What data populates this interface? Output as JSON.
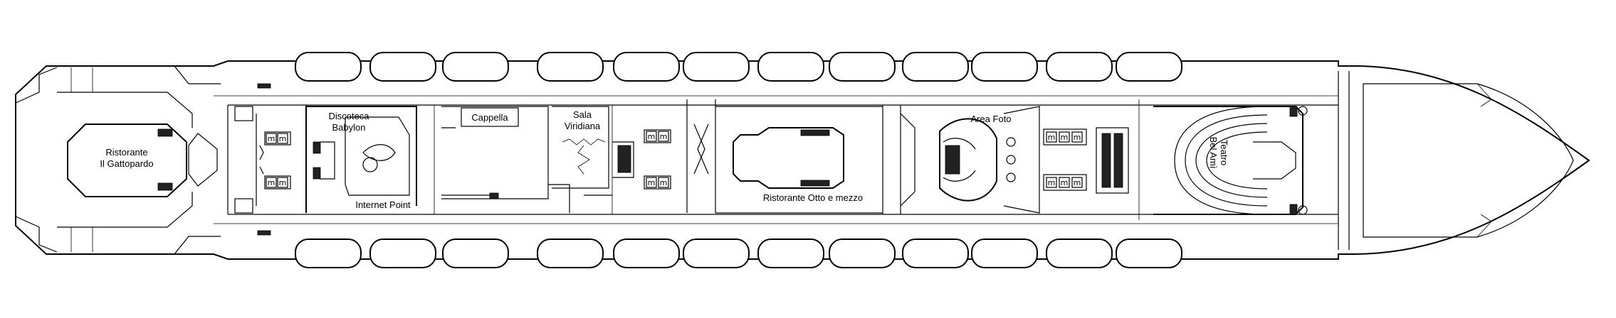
{
  "deck_plan": {
    "labels": {
      "ristorante_gattopardo_l1": "Ristorante",
      "ristorante_gattopardo_l2": "Il Gattopardo",
      "discoteca_l1": "Discoteca",
      "discoteca_l2": "Babylon",
      "internet_point": "Internet Point",
      "cappella": "Cappella",
      "sala_l1": "Sala",
      "sala_l2": "Viridiana",
      "ristorante_otto": "Ristorante Otto e mezzo",
      "area_foto": "Area Foto",
      "teatro_l1": "Teatro",
      "teatro_l2": "Bel Amì"
    }
  }
}
